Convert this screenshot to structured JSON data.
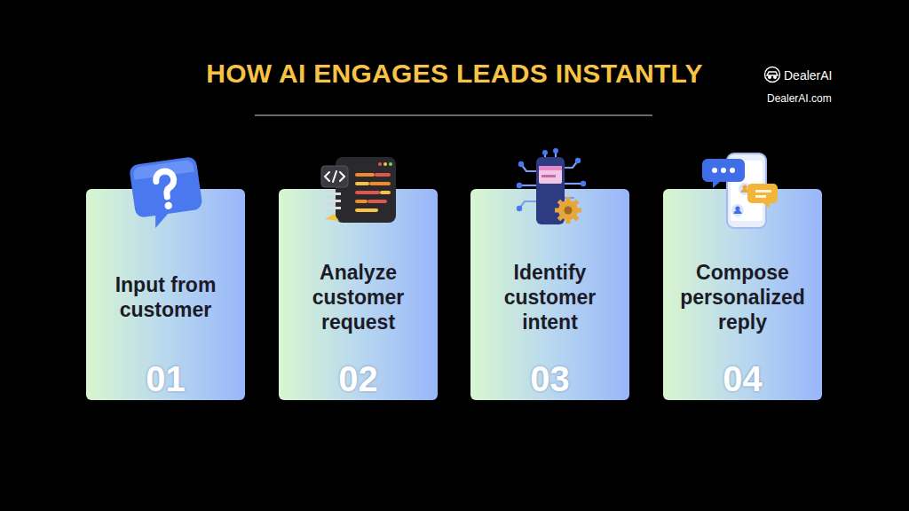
{
  "diagram": {
    "title": "HOW AI ENGAGES LEADS INSTANTLY",
    "nodes": [
      {
        "text": [
          "Input from customer",
          "01"
        ]
      },
      {
        "text": [
          "Analyze customer request",
          "02"
        ]
      },
      {
        "text": [
          "Identify customer intent",
          "03"
        ]
      },
      {
        "text": [
          "Compose personalized reply",
          "04"
        ]
      }
    ],
    "labels": [
      "DealerAI",
      "DealerAI.com"
    ]
  }
}
